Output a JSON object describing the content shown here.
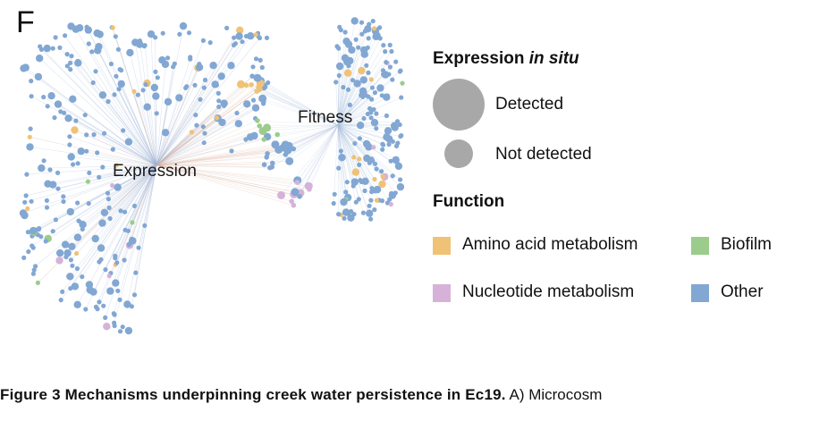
{
  "panel_label": "F",
  "hubs": {
    "expression": "Expression",
    "fitness": "Fitness"
  },
  "legend": {
    "expression_heading": "Expression",
    "expression_heading_italic": "in situ",
    "detected": "Detected",
    "not_detected": "Not detected",
    "function_heading": "Function",
    "functions": [
      {
        "label": "Amino acid metabolism",
        "color": "#efc275"
      },
      {
        "label": "Biofilm",
        "color": "#9ccc8c"
      },
      {
        "label": "Nucleotide metabolism",
        "color": "#d6b2d8"
      },
      {
        "label": "Other",
        "color": "#82a7d3"
      }
    ],
    "detected_color": "#a8a8a8"
  },
  "caption": {
    "bold": "Figure 3 Mechanisms underpinning creek water persistence in Ec19.",
    "rest": " A) Microcosm"
  }
}
